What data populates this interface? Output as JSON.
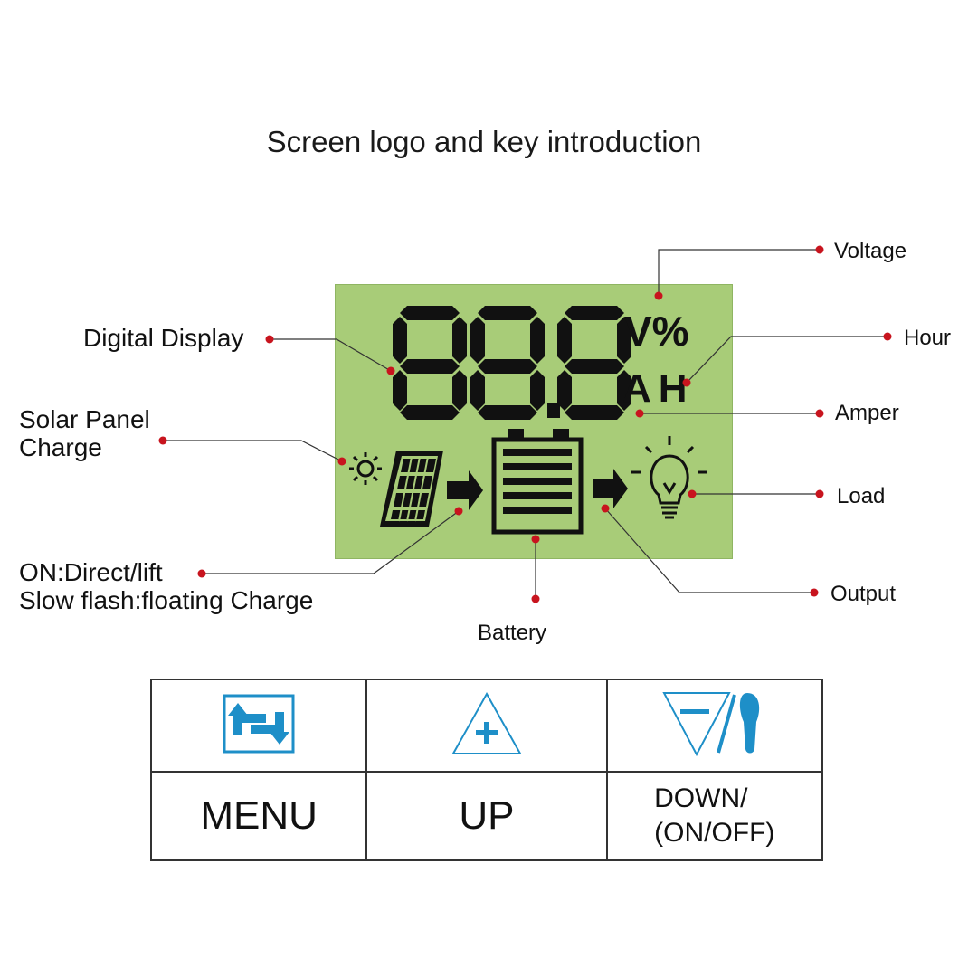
{
  "title": "Screen logo and key introduction",
  "lcd": {
    "digits": "88.8",
    "unit_top": "V%",
    "unit_bottom": "AH"
  },
  "callouts": {
    "voltage": "Voltage",
    "hour": "Hour",
    "amper": "Amper",
    "load": "Load",
    "output": "Output",
    "battery": "Battery",
    "digital_display": "Digital Display",
    "solar_panel_line1": "Solar Panel",
    "solar_panel_line2": "Charge",
    "charge_mode_line1": "ON:Direct/lift",
    "charge_mode_line2": "Slow flash:floating Charge"
  },
  "keys": [
    {
      "label": "MENU",
      "icon": "menu-cycle-icon"
    },
    {
      "label": "UP",
      "icon": "plus-triangle-icon"
    },
    {
      "label_line1": "DOWN/",
      "label_line2": "(ON/OFF)",
      "icon": "minus-triangle-power-icon"
    }
  ],
  "colors": {
    "lcd_background": "#a8cc78",
    "callout_dot": "#c8141e",
    "icon_blue": "#1e8fc8",
    "lcd_segment": "#111111"
  }
}
